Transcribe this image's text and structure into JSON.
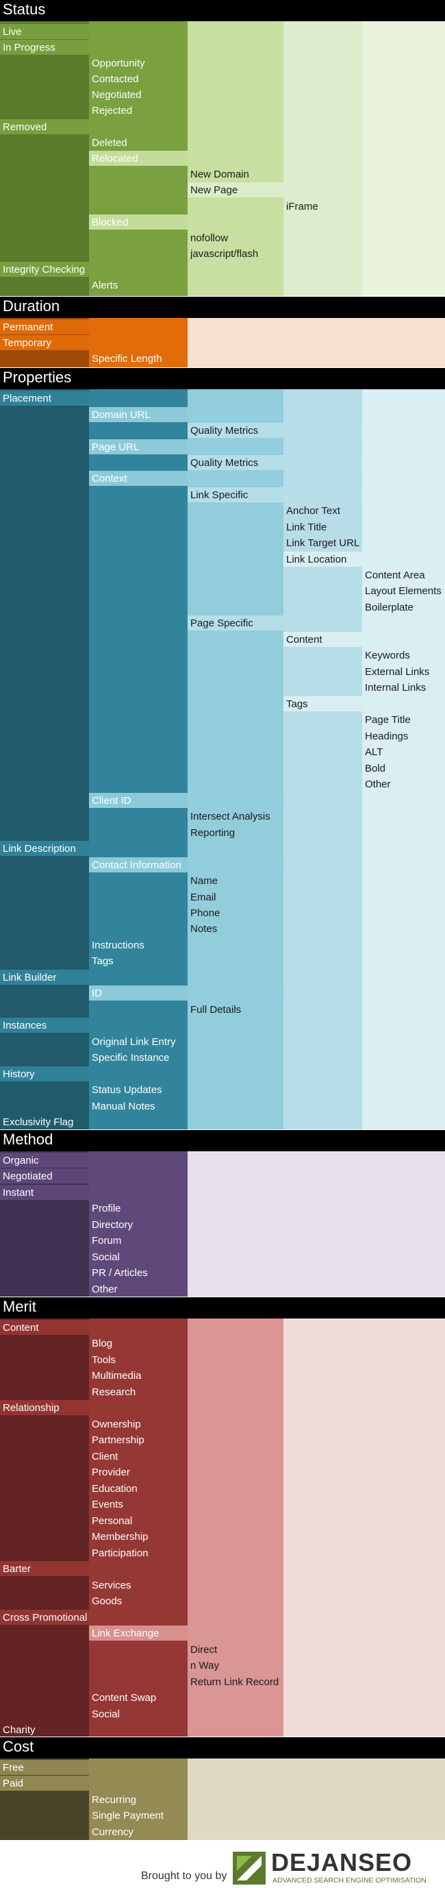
{
  "colors": {
    "status": [
      "#5a7a2c",
      "#7aa040",
      "#c7dfa0",
      "#dceccc",
      "#eaf3de"
    ],
    "duration": [
      "#9e4a08",
      "#e36c0a",
      "#f9e1d0"
    ],
    "properties": [
      "#215a6a",
      "#31849b",
      "#92cddc",
      "#b7dee8",
      "#daeef3"
    ],
    "method": [
      "#3f3151",
      "#5f497a",
      "#e5e0ec"
    ],
    "merit": [
      "#632423",
      "#953734",
      "#d99694",
      "#f2dcdb"
    ],
    "cost": [
      "#4a452a",
      "#948a54",
      "#ddd9c3"
    ]
  },
  "sections": [
    {
      "key": "status",
      "title": "Status",
      "items": [
        {
          "text": "Live",
          "col": 0,
          "bright": true
        },
        {
          "text": "In Progress",
          "col": 0,
          "bright": true
        },
        {
          "text": "Opportunity",
          "col": 1
        },
        {
          "text": "Contacted",
          "col": 1
        },
        {
          "text": "Negotiated",
          "col": 1
        },
        {
          "text": "Rejected",
          "col": 1
        },
        {
          "text": "Removed",
          "col": 0,
          "bright": true
        },
        {
          "text": "Deleted",
          "col": 1
        },
        {
          "text": "Relocated",
          "col": 1,
          "bright": true
        },
        {
          "text": "New Domain",
          "col": 2
        },
        {
          "text": "New Page",
          "col": 2,
          "bright": true
        },
        {
          "text": "iFrame",
          "col": 3
        },
        {
          "text": "Blocked",
          "col": 1,
          "bright": true
        },
        {
          "text": "nofollow",
          "col": 2
        },
        {
          "text": "javascript/flash",
          "col": 2
        },
        {
          "text": "Integrity Checking",
          "col": 0,
          "bright": true
        },
        {
          "text": "Alerts",
          "col": 1
        }
      ]
    },
    {
      "key": "duration",
      "title": "Duration",
      "items": [
        {
          "text": "Permanent",
          "col": 0,
          "bright": true
        },
        {
          "text": "Temporary",
          "col": 0,
          "bright": true
        },
        {
          "text": "Specific Length",
          "col": 1
        }
      ]
    },
    {
      "key": "properties",
      "title": "Properties",
      "items": [
        {
          "text": "Placement",
          "col": 0,
          "bright": true
        },
        {
          "text": "Domain URL",
          "col": 1,
          "bright": true
        },
        {
          "text": "Quality Metrics",
          "col": 2,
          "bright": true
        },
        {
          "text": "Page URL",
          "col": 1,
          "bright": true
        },
        {
          "text": "Quality Metrics",
          "col": 2,
          "bright": true
        },
        {
          "text": "Context",
          "col": 1,
          "bright": true
        },
        {
          "text": "Link Specific",
          "col": 2,
          "bright": true
        },
        {
          "text": "Anchor Text",
          "col": 3
        },
        {
          "text": "Link Title",
          "col": 3
        },
        {
          "text": "Link Target URL",
          "col": 3
        },
        {
          "text": "Link Location",
          "col": 3,
          "bright": true
        },
        {
          "text": "Content Area",
          "col": 4
        },
        {
          "text": "Layout Elements",
          "col": 4
        },
        {
          "text": "Boilerplate",
          "col": 4
        },
        {
          "text": "Page Specific",
          "col": 2,
          "bright": true
        },
        {
          "text": "Content",
          "col": 3,
          "bright": true
        },
        {
          "text": "Keywords",
          "col": 4
        },
        {
          "text": "External Links",
          "col": 4
        },
        {
          "text": "Internal Links",
          "col": 4
        },
        {
          "text": "Tags",
          "col": 3,
          "bright": true
        },
        {
          "text": "Page Title",
          "col": 4
        },
        {
          "text": "Headings",
          "col": 4
        },
        {
          "text": "ALT",
          "col": 4
        },
        {
          "text": "Bold",
          "col": 4
        },
        {
          "text": "Other",
          "col": 4
        },
        {
          "text": "Client ID",
          "col": 1,
          "bright": true
        },
        {
          "text": "Intersect Analysis",
          "col": 2
        },
        {
          "text": "Reporting",
          "col": 2
        },
        {
          "text": "Link Description",
          "col": 0,
          "bright": true
        },
        {
          "text": "Contact Information",
          "col": 1,
          "bright": true
        },
        {
          "text": "Name",
          "col": 2
        },
        {
          "text": "Email",
          "col": 2
        },
        {
          "text": "Phone",
          "col": 2
        },
        {
          "text": "Notes",
          "col": 2
        },
        {
          "text": "Instructions",
          "col": 1
        },
        {
          "text": "Tags",
          "col": 1
        },
        {
          "text": "Link Builder",
          "col": 0,
          "bright": true
        },
        {
          "text": "ID",
          "col": 1,
          "bright": true
        },
        {
          "text": "Full Details",
          "col": 2
        },
        {
          "text": "Instances",
          "col": 0,
          "bright": true
        },
        {
          "text": "Original Link Entry",
          "col": 1
        },
        {
          "text": "Specific  Instance",
          "col": 1
        },
        {
          "text": "History",
          "col": 0,
          "bright": true
        },
        {
          "text": "Status Updates",
          "col": 1
        },
        {
          "text": "Manual Notes",
          "col": 1
        },
        {
          "text": "Exclusivity Flag",
          "col": 0
        }
      ]
    },
    {
      "key": "method",
      "title": "Method",
      "items": [
        {
          "text": "Organic",
          "col": 0,
          "bright": true
        },
        {
          "text": "Negotiated",
          "col": 0,
          "bright": true
        },
        {
          "text": "Instant",
          "col": 0,
          "bright": true
        },
        {
          "text": "Profile",
          "col": 1
        },
        {
          "text": "Directory",
          "col": 1
        },
        {
          "text": "Forum",
          "col": 1
        },
        {
          "text": "Social",
          "col": 1
        },
        {
          "text": "PR / Articles",
          "col": 1
        },
        {
          "text": "Other",
          "col": 1
        }
      ]
    },
    {
      "key": "merit",
      "title": "Merit",
      "items": [
        {
          "text": "Content",
          "col": 0,
          "bright": true
        },
        {
          "text": "Blog",
          "col": 1
        },
        {
          "text": "Tools",
          "col": 1
        },
        {
          "text": "Multimedia",
          "col": 1
        },
        {
          "text": "Research",
          "col": 1
        },
        {
          "text": "Relationship",
          "col": 0,
          "bright": true
        },
        {
          "text": "Ownership",
          "col": 1
        },
        {
          "text": "Partnership",
          "col": 1
        },
        {
          "text": "Client",
          "col": 1
        },
        {
          "text": "Provider",
          "col": 1
        },
        {
          "text": "Education",
          "col": 1
        },
        {
          "text": "Events",
          "col": 1
        },
        {
          "text": "Personal",
          "col": 1
        },
        {
          "text": "Membership",
          "col": 1
        },
        {
          "text": "Participation",
          "col": 1
        },
        {
          "text": "Barter",
          "col": 0,
          "bright": true
        },
        {
          "text": "Services",
          "col": 1
        },
        {
          "text": "Goods",
          "col": 1
        },
        {
          "text": "Cross Promotional",
          "col": 0,
          "bright": true
        },
        {
          "text": "Link Exchange",
          "col": 1,
          "bright": true
        },
        {
          "text": "Direct",
          "col": 2
        },
        {
          "text": "n Way",
          "col": 2
        },
        {
          "text": "Return Link Record",
          "col": 2
        },
        {
          "text": "Content Swap",
          "col": 1
        },
        {
          "text": "Social",
          "col": 1
        },
        {
          "text": "Charity",
          "col": 0
        }
      ]
    },
    {
      "key": "cost",
      "title": "Cost",
      "items": [
        {
          "text": "Free",
          "col": 0,
          "bright": true
        },
        {
          "text": "Paid",
          "col": 0,
          "bright": true
        },
        {
          "text": "Recurring",
          "col": 1
        },
        {
          "text": "Single Payment",
          "col": 1
        },
        {
          "text": "Currency",
          "col": 1
        }
      ]
    }
  ],
  "footer": {
    "brought_by": "Brought to you by",
    "logo_text": "DEJANSEO",
    "logo_tagline": "ADVANCED SEARCH ENGINE OPTIMISATION"
  }
}
